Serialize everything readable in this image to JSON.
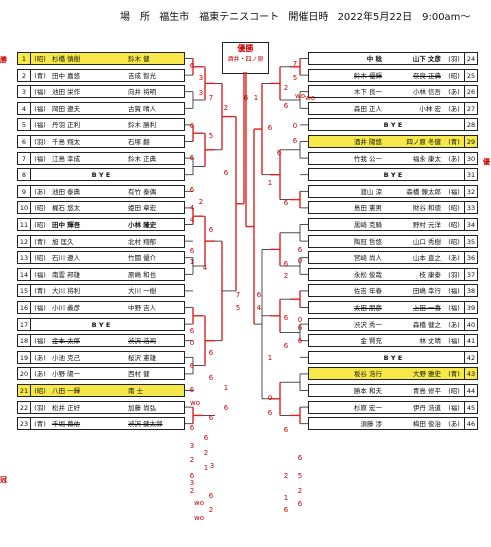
{
  "header": {
    "place_label": "場　所",
    "place": "福生市　福東テニスコート",
    "date_label": "開催日時",
    "date": "2022年5月22日　9:00am〜"
  },
  "champion": {
    "label": "優勝",
    "name": "酒井・四ノ原"
  },
  "badges": {
    "left_top": "勝",
    "left_mid": "冠",
    "right_mid": "優"
  },
  "left": [
    {
      "num": "1",
      "aff": "(昭)",
      "p1": "杉橋 慎樹",
      "p2": "鈴木 健",
      "hl": true
    },
    {
      "num": "2",
      "aff": "(青)",
      "p1": "田中 嘉悠",
      "p2": "吉成 智光"
    },
    {
      "num": "3",
      "aff": "(福)",
      "p1": "池田 栄作",
      "p2": "向井 将明"
    },
    {
      "num": "4",
      "aff": "(福)",
      "p1": "岡田 遼夫",
      "p2": "古賀 晴人"
    },
    {
      "num": "5",
      "aff": "(福)",
      "p1": "丹羽 正利",
      "p2": "鈴木 勝利"
    },
    {
      "num": "6",
      "aff": "(羽)",
      "p1": "千島 翔太",
      "p2": "石塚 翻"
    },
    {
      "num": "7",
      "aff": "(福)",
      "p1": "江島 幸成",
      "p2": "鈴木 正典"
    },
    {
      "num": "8",
      "bye": "B Y E"
    },
    {
      "num": "9",
      "aff": "(あ)",
      "p1": "池田 泰典",
      "p2": "有竹 泰偶"
    },
    {
      "num": "10",
      "aff": "(昭)",
      "p1": "梶石 悠太",
      "p2": "姫田 章宏"
    },
    {
      "num": "11",
      "aff": "(昭)",
      "p1": "田中 輝吾",
      "p2": "小林 隆史",
      "bold": true
    },
    {
      "num": "12",
      "aff": "(青)",
      "p1": "旭 匡久",
      "p2": "北村 翔郁"
    },
    {
      "num": "13",
      "aff": "(昭)",
      "p1": "石川 遼人",
      "p2": "竹闘 優介"
    },
    {
      "num": "14",
      "aff": "(福)",
      "p1": "南雲 邦雄",
      "p2": "原嶋 和也"
    },
    {
      "num": "15",
      "aff": "(青)",
      "p1": "大川 将利",
      "p2": "大川 一樹"
    },
    {
      "num": "16",
      "aff": "(福)",
      "p1": "小川 義彦",
      "p2": "中野 吉人"
    },
    {
      "num": "17",
      "bye": "B Y E"
    },
    {
      "num": "18",
      "aff": "(福)",
      "p1": "金本 太郎",
      "p2": "渋沢 浩司",
      "strike": true
    },
    {
      "num": "19",
      "aff": "(あ)",
      "p1": "小池 克己",
      "p2": "桜沢 憲雄"
    },
    {
      "num": "20",
      "aff": "(あ)",
      "p1": "小野 陽一",
      "p2": "西村 健"
    },
    {
      "num": "21",
      "aff": "(昭)",
      "p1": "八田 一輝",
      "p2": "南 士",
      "hl": true
    },
    {
      "num": "22",
      "aff": "(羽)",
      "p1": "松井 正好",
      "p2": "加藤 尚弘"
    },
    {
      "num": "23",
      "aff": "(青)",
      "p1": "千堀 幕依",
      "p2": "渋沢 鍵太郎",
      "strike": true
    }
  ],
  "right": [
    {
      "num": "24",
      "aff": "(羽)",
      "p1": "中 稔",
      "p2": "山下 文彦",
      "bold": true
    },
    {
      "num": "25",
      "aff": "(昭)",
      "p1": "鈴木 優輝",
      "p2": "奈良 正典",
      "strike": true
    },
    {
      "num": "26",
      "aff": "(あ)",
      "p1": "木下 良一",
      "p2": "小林 信吾"
    },
    {
      "num": "27",
      "aff": "(あ)",
      "p1": "森田 正人",
      "p2": "小林 宏"
    },
    {
      "num": "28",
      "bye": "B Y E"
    },
    {
      "num": "29",
      "aff": "(青)",
      "p1": "酒井 陽悠",
      "p2": "四ノ原 冬健",
      "hl": true
    },
    {
      "num": "30",
      "aff": "(あ)",
      "p1": "竹我 公一",
      "p2": "福永 康太"
    },
    {
      "num": "31",
      "bye": "B Y E"
    },
    {
      "num": "32",
      "aff": "(福)",
      "p1": "渡山 涼",
      "p2": "森橋 錬太郎"
    },
    {
      "num": "33",
      "aff": "(昭)",
      "p1": "島田 憲男",
      "p2": "財谷 和徳"
    },
    {
      "num": "34",
      "aff": "(昭)",
      "p1": "黒崎 克騎",
      "p2": "野村 元洋"
    },
    {
      "num": "35",
      "aff": "(昭)",
      "p1": "陶冠 哲悠",
      "p2": "山口 秀樹"
    },
    {
      "num": "36",
      "aff": "(あ)",
      "p1": "宮崎 尚人",
      "p2": "山本 直之"
    },
    {
      "num": "37",
      "aff": "(羽)",
      "p1": "永松 俊哉",
      "p2": "枝 康泰"
    },
    {
      "num": "38",
      "aff": "(福)",
      "p1": "佐吉 年春",
      "p2": "田嶋 幸行"
    },
    {
      "num": "39",
      "aff": "(福)",
      "p1": "太田 朋彦",
      "p2": "上田 一喜",
      "strike": true
    },
    {
      "num": "40",
      "aff": "(あ)",
      "p1": "渋沢 秀一",
      "p2": "森橋 健之"
    },
    {
      "num": "41",
      "aff": "(福)",
      "p1": "金 賢充",
      "p2": "林 丈晴"
    },
    {
      "num": "42",
      "bye": "B Y E"
    },
    {
      "num": "43",
      "aff": "(青)",
      "p1": "坂谷 浩行",
      "p2": "大野 雅史",
      "hl": true
    },
    {
      "num": "44",
      "aff": "(昭)",
      "p1": "勝本 和夫",
      "p2": "青島 修平"
    },
    {
      "num": "45",
      "aff": "(福)",
      "p1": "杉原 宏一",
      "p2": "伊丹 浩道"
    },
    {
      "num": "46",
      "aff": "(あ)",
      "p1": "須藤 渉",
      "p2": "梅田 俊治"
    }
  ],
  "scores": {
    "l1": "6",
    "l2": "3",
    "l3": "3",
    "l4": "6",
    "l5": "7",
    "l6": "5",
    "l7": "6",
    "l8": "2",
    "l9": "4",
    "l10": "1",
    "l11": "6",
    "l12": "6",
    "l13": "4",
    "l14": "6",
    "l15": "4",
    "l16": "6",
    "l17": "0",
    "l18": "6",
    "l19": "6",
    "l20": "3",
    "l21": "6",
    "l22": "2",
    "l23": "2",
    "l24": "1",
    "l25": "6",
    "l26": "6",
    "l27": "6",
    "l28": "2",
    "l29": "wo",
    "l30": "1",
    "l31": "6",
    "l32": "2",
    "l33": "6",
    "l34": "6",
    "l35": "3",
    "l36": "wo",
    "l37": "6",
    "l38": "2",
    "l39": "3",
    "l40": "6",
    "l41": "wo",
    "c1": "6",
    "c2": "1",
    "c3": "7",
    "c4": "6",
    "c5": "5",
    "c6": "4",
    "r1": "7",
    "r2": "5",
    "r3": "6",
    "r4": "wo",
    "r5": "0",
    "r6": "6",
    "r7": "2",
    "r8": "6",
    "r9": "6",
    "r10": "1",
    "r11": "6",
    "r12": "6",
    "r13": "0",
    "r14": "6",
    "r15": "2",
    "r16": "6",
    "r17": "6",
    "r18": "6",
    "r19": "0",
    "r20": "6",
    "r21": "1",
    "r22": "0",
    "r23": "6",
    "r24": "6",
    "r25": "6",
    "r26": "2",
    "r27": "6",
    "r28": "2",
    "r29": "6",
    "r30": "1",
    "r31": "5",
    "r32": "wo"
  }
}
